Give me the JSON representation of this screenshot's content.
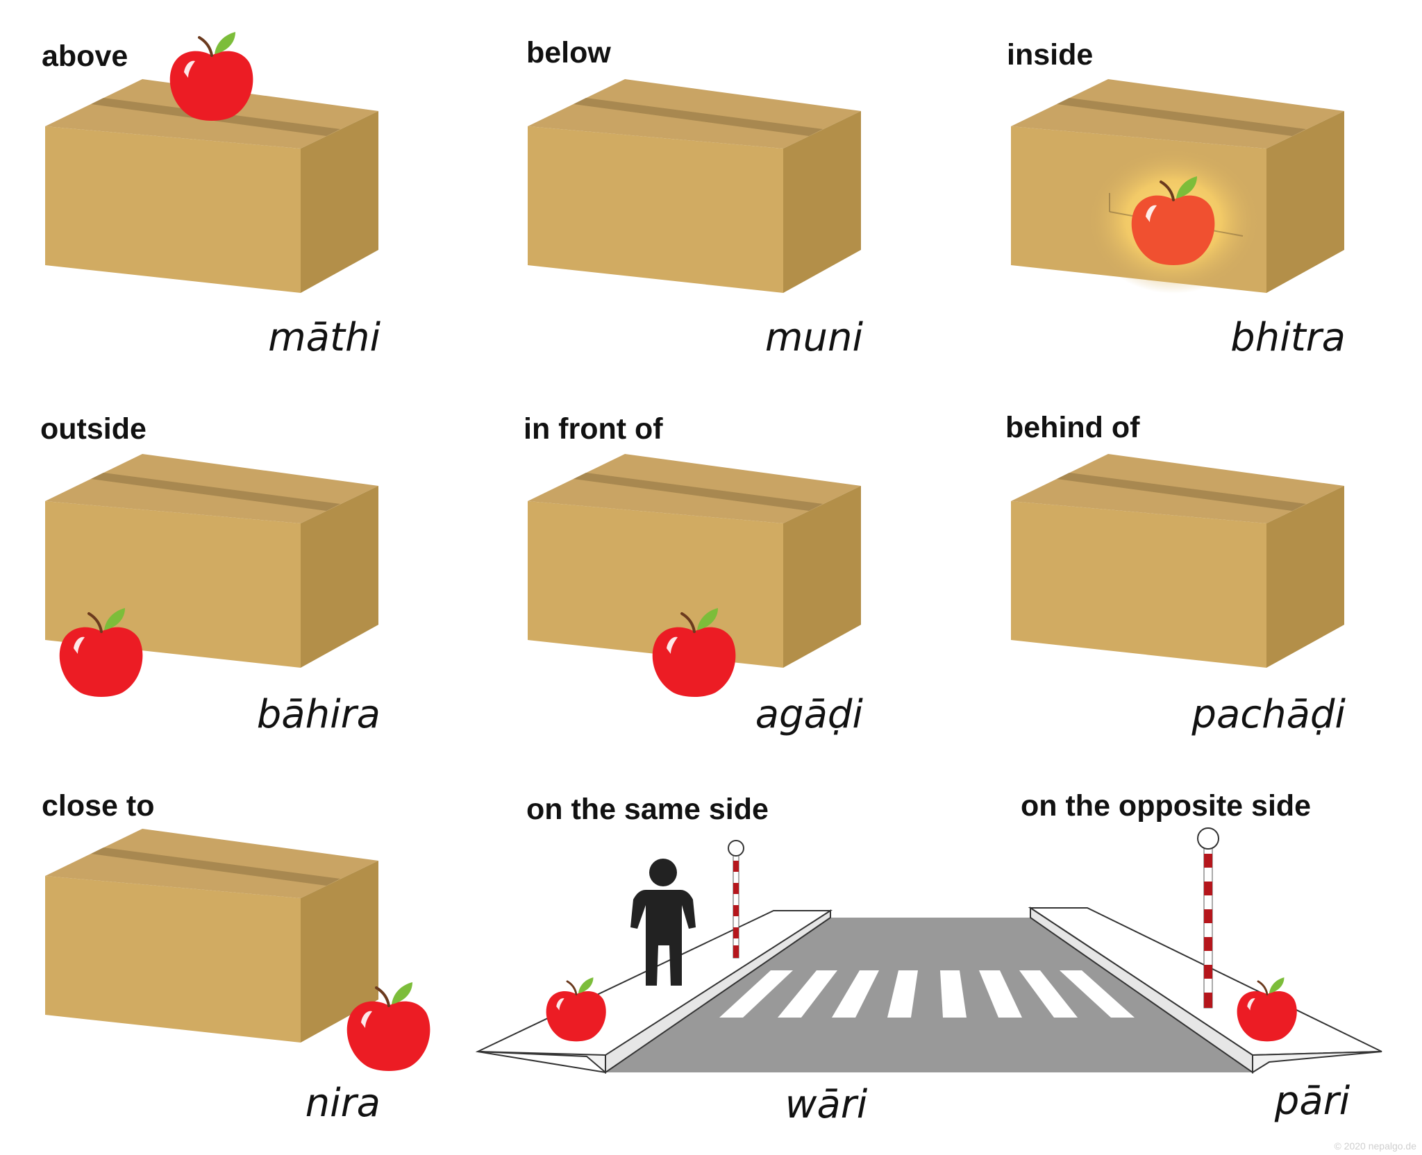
{
  "colors": {
    "box_front": "#d1ab62",
    "box_top": "#c9a464",
    "box_side": "#b38f49",
    "tape": "#a2844c",
    "apple": "#ec1c24",
    "apple_inside": "#f05030",
    "leaf": "#7cbd3a",
    "stem": "#6b3a1e",
    "road": "#999999",
    "crossing_stripe": "#ffffff",
    "pole_red": "#b5161c",
    "person": "#222222"
  },
  "panels": [
    {
      "label": "above",
      "word": "māthi"
    },
    {
      "label": "below",
      "word": "muni"
    },
    {
      "label": "inside",
      "word": "bhitra"
    },
    {
      "label": "outside",
      "word": "bāhira"
    },
    {
      "label": "in front of",
      "word": "agāḍi"
    },
    {
      "label": "behind of",
      "word": "pachāḍi"
    },
    {
      "label": "close to",
      "word": "nira"
    }
  ],
  "street": {
    "same_side_label": "on the same side",
    "same_side_word": "wāri",
    "opposite_side_label": "on the opposite side",
    "opposite_side_word": "pāri"
  },
  "icons": [
    "box-icon",
    "apple-icon",
    "person-icon",
    "street-lamp-icon",
    "crosswalk-icon"
  ],
  "copyright": "© 2020 nepalgo.de"
}
